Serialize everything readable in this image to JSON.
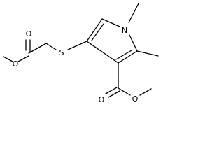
{
  "molecule": {
    "atoms": {
      "ester_left_carbonyl_o": "O",
      "ester_left_ether_o": "O",
      "thioether_s": "S",
      "ring_n": "N",
      "ester_bottom_carbonyl_o": "O",
      "ester_bottom_ether_o": "O"
    }
  }
}
